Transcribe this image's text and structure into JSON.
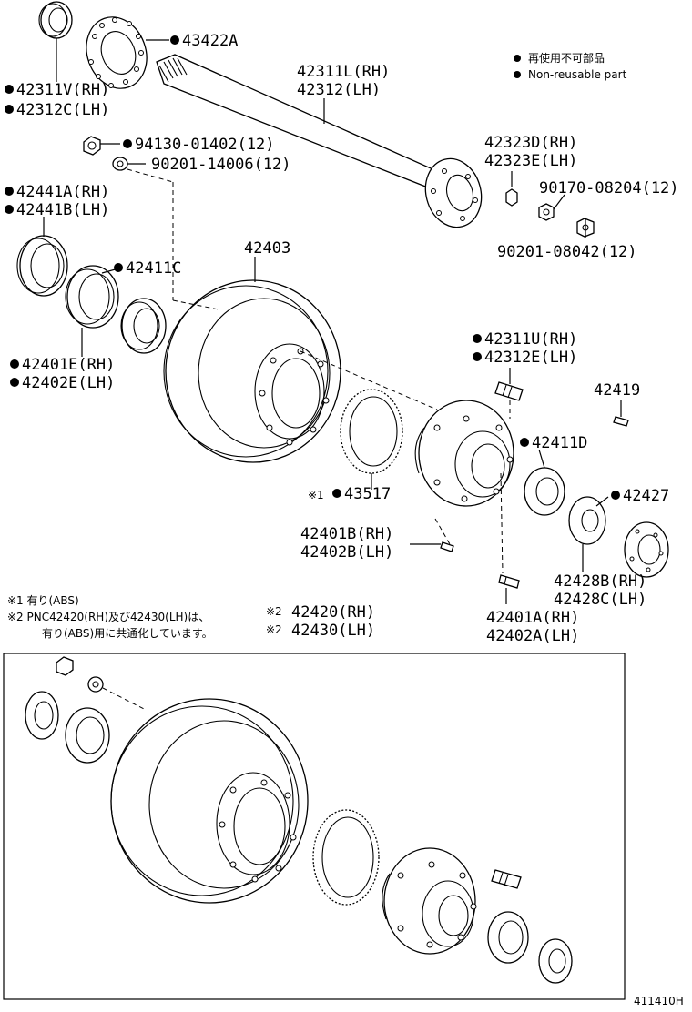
{
  "legend": {
    "jp": "再使用不可部品",
    "en": "Non-reusable part"
  },
  "labels": {
    "p43422A": "43422A",
    "p42311V": "42311V(RH)",
    "p42312C": "42312C(LH)",
    "p42311L": "42311L(RH)",
    "p42312": "42312(LH)",
    "p94130": "94130-01402(12)",
    "p90201a": "90201-14006(12)",
    "p42323D": "42323D(RH)",
    "p42323E": "42323E(LH)",
    "p90170": "90170-08204(12)",
    "p90201b": "90201-08042(12)",
    "p42441A": "42441A(RH)",
    "p42441B": "42441B(LH)",
    "p42403": "42403",
    "p42411C": "42411C",
    "p42401E": "42401E(RH)",
    "p42402E": "42402E(LH)",
    "p42311U": "42311U(RH)",
    "p42312E": "42312E(LH)",
    "p42419": "42419",
    "p42411D": "42411D",
    "p43517": "43517",
    "p43517mark": "※1",
    "p42427": "42427",
    "p42401B": "42401B(RH)",
    "p42402B": "42402B(LH)",
    "p42428B": "42428B(RH)",
    "p42428C": "42428C(LH)",
    "p42401A": "42401A(RH)",
    "p42402A": "42402A(LH)",
    "p42420": "42420(RH)",
    "p42430": "42430(LH)",
    "mark2a": "※2",
    "mark2b": "※2"
  },
  "notes": {
    "n1": "※1 有り(ABS)",
    "n2a": "※2 PNC42420(RH)及び42430(LH)は、",
    "n2b": "有り(ABS)用に共通化しています。"
  },
  "footer": {
    "code": "411410H"
  },
  "colors": {
    "ink": "#000000",
    "paper": "#ffffff"
  }
}
